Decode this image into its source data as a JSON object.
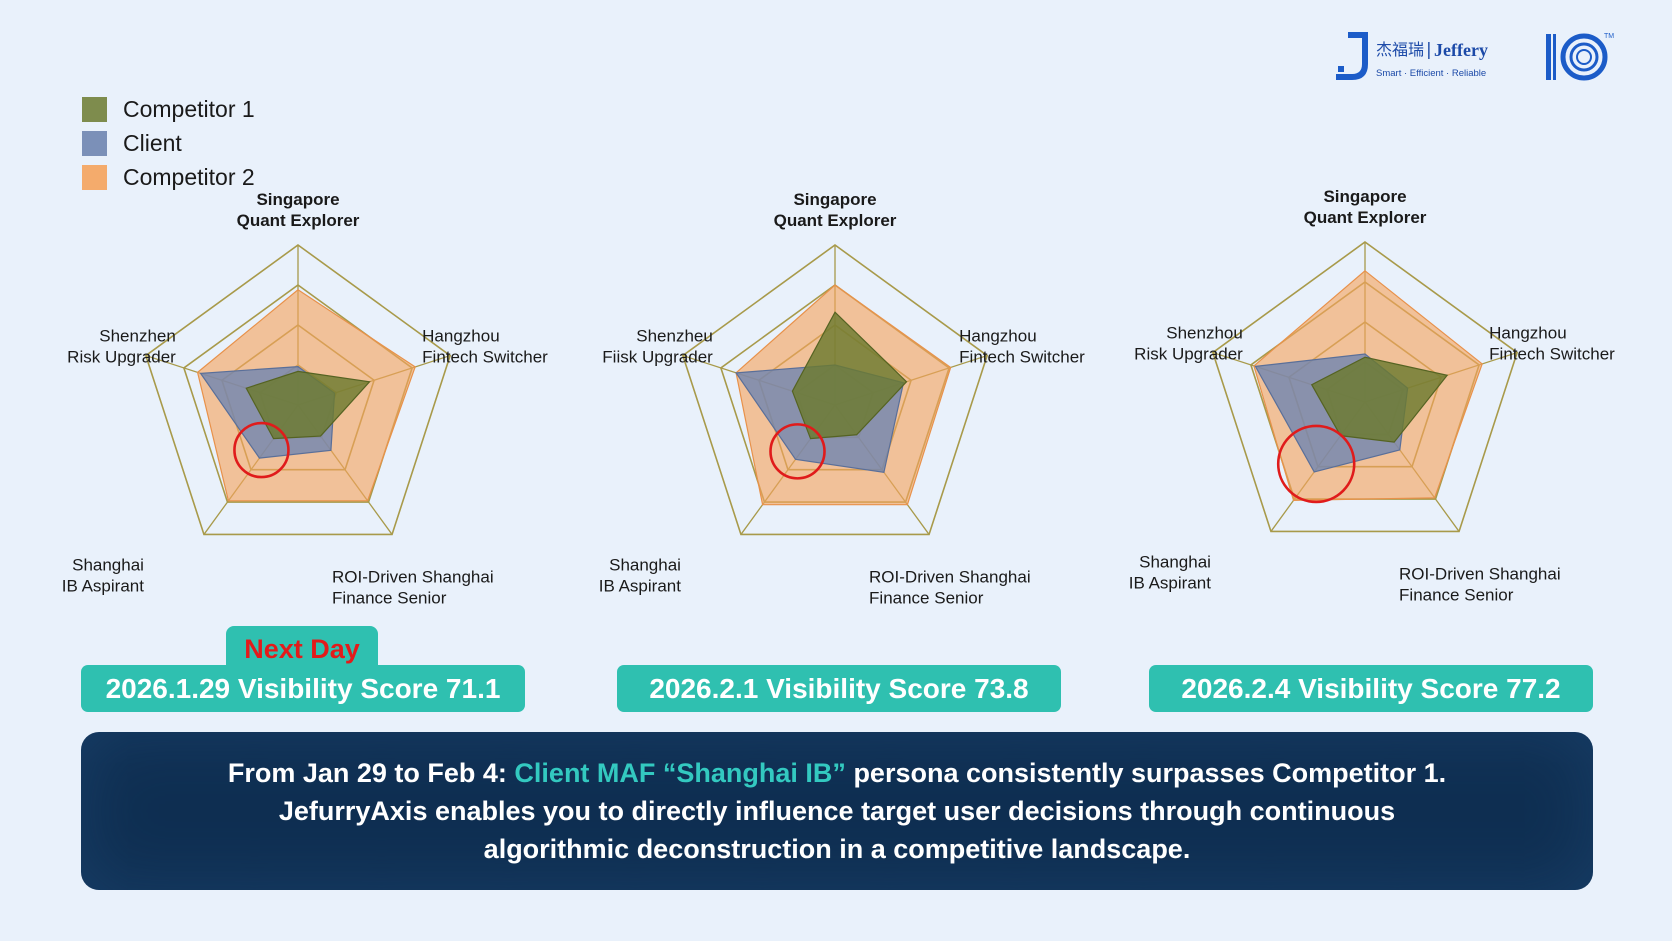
{
  "colors": {
    "competitor1": "#6b7a2e",
    "client": "#6f85b0",
    "competitor2": "#f5a35c",
    "teal": "#2fc0b0",
    "banner": "#0f2f52",
    "highlight": "#33c9c0",
    "circle": "#e01b1b",
    "grid": "#a89a4a"
  },
  "logos": {
    "brand_cn": "杰福瑞",
    "brand_en": "Jeffery",
    "tagline": "Smart · Efficient · Reliable",
    "mark_tm": "TM"
  },
  "legend": {
    "items": [
      {
        "label": "Competitor 1",
        "color": "#6b7a2e"
      },
      {
        "label": "Client",
        "color": "#6f85b0"
      },
      {
        "label": "Competitor 2",
        "color": "#f5a35c"
      }
    ]
  },
  "chart_data": [
    {
      "type": "radar",
      "axes": [
        [
          "Singapore",
          "Quant Explorer"
        ],
        [
          "Hangzhou",
          "Fintech Switcher"
        ],
        [
          "ROI-Driven Shanghai",
          "Finance Senior"
        ],
        [
          "Shanghai",
          "IB Aspirant"
        ],
        [
          "Shenzhen",
          "Risk Upgrader"
        ]
      ],
      "rmax": 100,
      "rings": 4,
      "series": [
        {
          "name": "Competitor 2",
          "values": [
            72,
            77,
            74,
            74,
            66
          ]
        },
        {
          "name": "Client",
          "values": [
            24,
            24,
            35,
            41,
            64
          ]
        },
        {
          "name": "Competitor 1",
          "values": [
            21,
            47,
            24,
            26,
            34
          ]
        }
      ],
      "highlight_axis_index": 3,
      "score_label": "2026.1.29 Visibility Score 71.1",
      "tag": "Next Day"
    },
    {
      "type": "radar",
      "axes": [
        [
          "Singapore",
          "Quant Explorer"
        ],
        [
          "Hangzhou",
          "Fintech Switcher"
        ],
        [
          "ROI-Driven Shanghai",
          "Finance Senior"
        ],
        [
          "Shanghai",
          "IB Aspirant"
        ],
        [
          "Shenzheu",
          "Fiisk Upgrader"
        ]
      ],
      "rmax": 100,
      "rings": 4,
      "series": [
        {
          "name": "Competitor 2",
          "values": [
            75,
            76,
            77,
            77,
            65
          ]
        },
        {
          "name": "Client",
          "values": [
            25,
            45,
            52,
            42,
            65
          ]
        },
        {
          "name": "Competitor 1",
          "values": [
            58,
            47,
            23,
            26,
            28
          ]
        }
      ],
      "highlight_axis_index": 3,
      "score_label": "2026.2.1 Visibility Score 73.8"
    },
    {
      "type": "radar",
      "axes": [
        [
          "Singapore",
          "Quant Explorer"
        ],
        [
          "Hangzhou",
          "Fintech Switcher"
        ],
        [
          "ROI-Driven Shanghai",
          "Finance Senior"
        ],
        [
          "Shanghai",
          "IB Aspirant"
        ],
        [
          "Shenzhou",
          "Risk Upgrader"
        ]
      ],
      "rmax": 100,
      "rings": 4,
      "series": [
        {
          "name": "Competitor 2",
          "values": [
            82,
            77,
            74,
            76,
            73
          ]
        },
        {
          "name": "Client",
          "values": [
            30,
            28,
            37,
            54,
            72
          ]
        },
        {
          "name": "Competitor 1",
          "values": [
            28,
            54,
            31,
            26,
            35
          ]
        }
      ],
      "highlight_axis_index": 3,
      "score_label": "2026.2.4 Visibility Score 77.2"
    }
  ],
  "banner": {
    "line1_pre": "From Jan 29 to Feb 4: ",
    "line1_highlight": "Client MAF “Shanghai IB”",
    "line1_post": " persona consistently surpasses Competitor 1.",
    "line2": "JefurryAxis enables you to directly influence target user decisions through continuous",
    "line3": "algorithmic deconstruction in a competitive landscape."
  }
}
